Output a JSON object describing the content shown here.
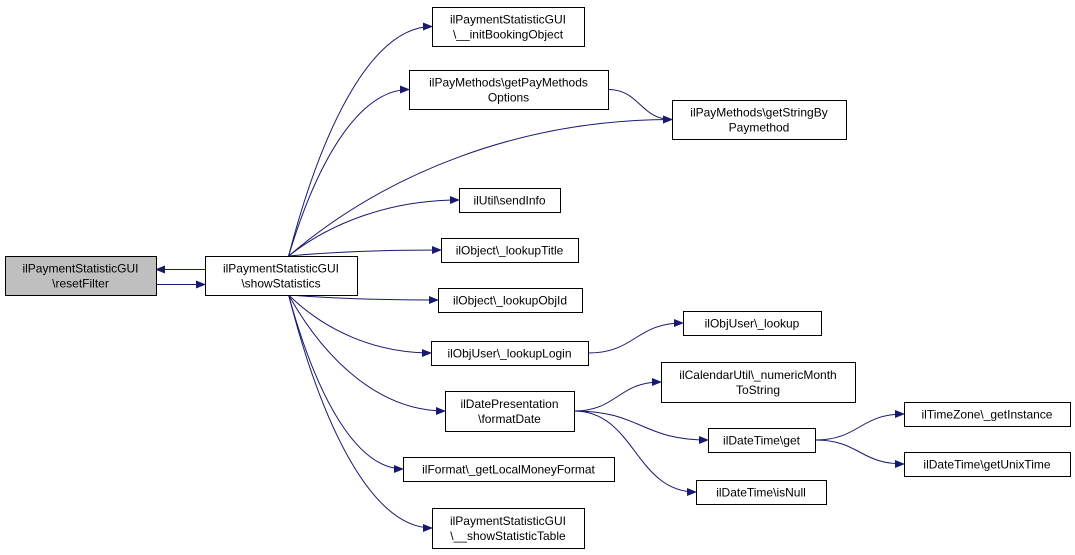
{
  "nodes": {
    "reset_filter": {
      "lines": [
        "ilPaymentStatisticGUI",
        "\\resetFilter"
      ],
      "root": true
    },
    "show_statistics": {
      "lines": [
        "ilPaymentStatisticGUI",
        "\\showStatistics"
      ]
    },
    "init_booking_object": {
      "lines": [
        "ilPaymentStatisticGUI",
        "\\__initBookingObject"
      ]
    },
    "get_pay_methods_options": {
      "lines": [
        "ilPayMethods\\getPayMethods",
        "Options"
      ]
    },
    "get_string_by_paymethod": {
      "lines": [
        "ilPayMethods\\getStringBy",
        "Paymethod"
      ]
    },
    "send_info": {
      "lines": [
        "ilUtil\\sendInfo"
      ]
    },
    "lookup_title": {
      "lines": [
        "ilObject\\_lookupTitle"
      ]
    },
    "lookup_obj_id": {
      "lines": [
        "ilObject\\_lookupObjId"
      ]
    },
    "lookup_login": {
      "lines": [
        "ilObjUser\\_lookupLogin"
      ]
    },
    "lookup": {
      "lines": [
        "ilObjUser\\_lookup"
      ]
    },
    "format_date": {
      "lines": [
        "ilDatePresentation",
        "\\formatDate"
      ]
    },
    "numeric_month_to_string": {
      "lines": [
        "ilCalendarUtil\\_numericMonth",
        "ToString"
      ]
    },
    "date_time_get": {
      "lines": [
        "ilDateTime\\get"
      ]
    },
    "date_time_is_null": {
      "lines": [
        "ilDateTime\\isNull"
      ]
    },
    "get_local_money_format": {
      "lines": [
        "ilFormat\\_getLocalMoneyFormat"
      ]
    },
    "show_statistic_table": {
      "lines": [
        "ilPaymentStatisticGUI",
        "\\__showStatisticTable"
      ]
    },
    "get_instance": {
      "lines": [
        "ilTimeZone\\_getInstance"
      ]
    },
    "get_unix_time": {
      "lines": [
        "ilDateTime\\getUnixTime"
      ]
    }
  },
  "edges": [
    [
      "reset_filter",
      "show_statistics"
    ],
    [
      "show_statistics",
      "reset_filter"
    ],
    [
      "show_statistics",
      "init_booking_object"
    ],
    [
      "show_statistics",
      "get_pay_methods_options"
    ],
    [
      "show_statistics",
      "get_string_by_paymethod"
    ],
    [
      "show_statistics",
      "send_info"
    ],
    [
      "show_statistics",
      "lookup_title"
    ],
    [
      "show_statistics",
      "lookup_obj_id"
    ],
    [
      "show_statistics",
      "lookup_login"
    ],
    [
      "show_statistics",
      "format_date"
    ],
    [
      "show_statistics",
      "get_local_money_format"
    ],
    [
      "show_statistics",
      "show_statistic_table"
    ],
    [
      "get_pay_methods_options",
      "get_string_by_paymethod"
    ],
    [
      "lookup_login",
      "lookup"
    ],
    [
      "format_date",
      "numeric_month_to_string"
    ],
    [
      "format_date",
      "date_time_get"
    ],
    [
      "format_date",
      "date_time_is_null"
    ],
    [
      "date_time_get",
      "get_instance"
    ],
    [
      "date_time_get",
      "get_unix_time"
    ]
  ],
  "colors": {
    "edge": "#191970",
    "root_fill": "#bfbfbf",
    "node_fill": "#ffffff",
    "border": "#000000"
  }
}
